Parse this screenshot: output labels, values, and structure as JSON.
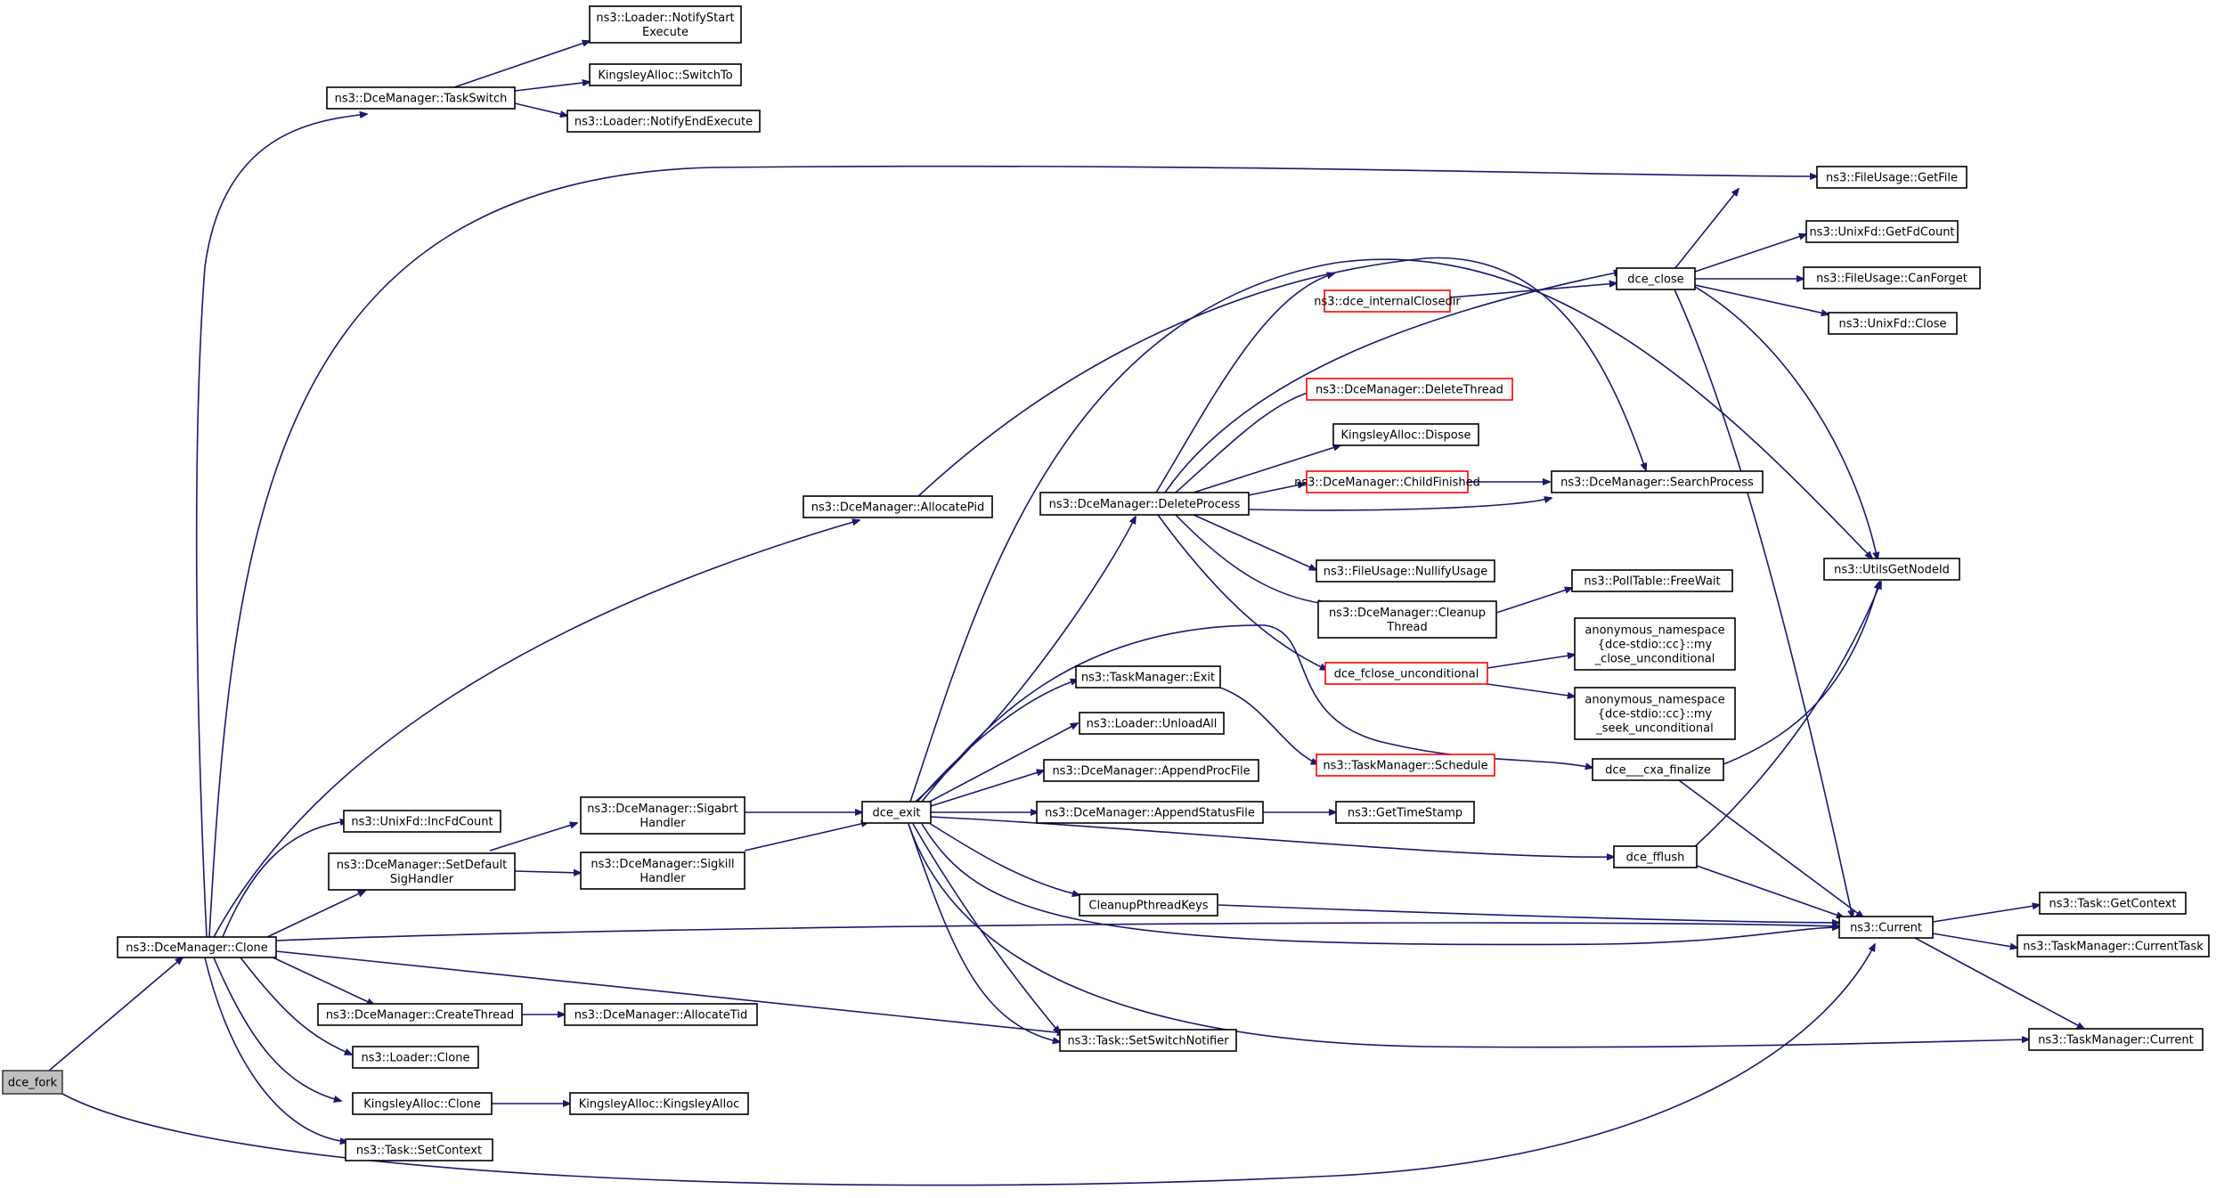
{
  "colors": {
    "edge": "#191970",
    "node_border": "#000000",
    "truncated_border": "#ff0000",
    "root_fill": "#bfbfbf",
    "background": "#ffffff"
  },
  "nodes": [
    {
      "id": "dce_fork",
      "lines": [
        "dce_fork"
      ],
      "root": true
    },
    {
      "id": "Clone",
      "lines": [
        "ns3::DceManager::Clone"
      ]
    },
    {
      "id": "TaskSwitch",
      "lines": [
        "ns3::DceManager::TaskSwitch"
      ]
    },
    {
      "id": "NotifyStart",
      "lines": [
        "ns3::Loader::NotifyStart",
        "Execute"
      ]
    },
    {
      "id": "SwitchTo",
      "lines": [
        "KingsleyAlloc::SwitchTo"
      ]
    },
    {
      "id": "NotifyEnd",
      "lines": [
        "ns3::Loader::NotifyEndExecute"
      ]
    },
    {
      "id": "AllocatePid",
      "lines": [
        "ns3::DceManager::AllocatePid"
      ]
    },
    {
      "id": "IncFdCount",
      "lines": [
        "ns3::UnixFd::IncFdCount"
      ]
    },
    {
      "id": "SetDefaultSig",
      "lines": [
        "ns3::DceManager::SetDefault",
        "SigHandler"
      ]
    },
    {
      "id": "SigabrtH",
      "lines": [
        "ns3::DceManager::Sigabrt",
        "Handler"
      ]
    },
    {
      "id": "SigkillH",
      "lines": [
        "ns3::DceManager::Sigkill",
        "Handler"
      ]
    },
    {
      "id": "CreateThread",
      "lines": [
        "ns3::DceManager::CreateThread"
      ]
    },
    {
      "id": "AllocateTid",
      "lines": [
        "ns3::DceManager::AllocateTid"
      ]
    },
    {
      "id": "LoaderClone",
      "lines": [
        "ns3::Loader::Clone"
      ]
    },
    {
      "id": "KAClone",
      "lines": [
        "KingsleyAlloc::Clone"
      ]
    },
    {
      "id": "KAlloc",
      "lines": [
        "KingsleyAlloc::KingsleyAlloc"
      ]
    },
    {
      "id": "SetContext",
      "lines": [
        "ns3::Task::SetContext"
      ]
    },
    {
      "id": "dce_exit",
      "lines": [
        "dce_exit"
      ]
    },
    {
      "id": "DeleteProcess",
      "lines": [
        "ns3::DceManager::DeleteProcess"
      ]
    },
    {
      "id": "TMExit",
      "lines": [
        "ns3::TaskManager::Exit"
      ]
    },
    {
      "id": "UnloadAll",
      "lines": [
        "ns3::Loader::UnloadAll"
      ]
    },
    {
      "id": "AppendProc",
      "lines": [
        "ns3::DceManager::AppendProcFile"
      ]
    },
    {
      "id": "AppendStatus",
      "lines": [
        "ns3::DceManager::AppendStatusFile"
      ]
    },
    {
      "id": "CleanupPK",
      "lines": [
        "CleanupPthreadKeys"
      ]
    },
    {
      "id": "SetSwitch",
      "lines": [
        "ns3::Task::SetSwitchNotifier"
      ]
    },
    {
      "id": "InternalClosedir",
      "lines": [
        "ns3::dce_internalClosedir"
      ],
      "trunc": true
    },
    {
      "id": "DeleteThread",
      "lines": [
        "ns3::DceManager::DeleteThread"
      ],
      "trunc": true
    },
    {
      "id": "KADispose",
      "lines": [
        "KingsleyAlloc::Dispose"
      ]
    },
    {
      "id": "ChildFinished",
      "lines": [
        "ns3::DceManager::ChildFinished"
      ],
      "trunc": true
    },
    {
      "id": "SearchProcess",
      "lines": [
        "ns3::DceManager::SearchProcess"
      ]
    },
    {
      "id": "NullifyUsage",
      "lines": [
        "ns3::FileUsage::NullifyUsage"
      ]
    },
    {
      "id": "CleanupThread",
      "lines": [
        "ns3::DceManager::Cleanup",
        "Thread"
      ]
    },
    {
      "id": "FreeWait",
      "lines": [
        "ns3::PollTable::FreeWait"
      ]
    },
    {
      "id": "FcloseUnc",
      "lines": [
        "dce_fclose_unconditional"
      ],
      "trunc": true
    },
    {
      "id": "MyClose",
      "lines": [
        "anonymous_namespace",
        "{dce-stdio::cc}::my",
        "_close_unconditional"
      ]
    },
    {
      "id": "MySeek",
      "lines": [
        "anonymous_namespace",
        "{dce-stdio::cc}::my",
        "_seek_unconditional"
      ]
    },
    {
      "id": "Schedule",
      "lines": [
        "ns3::TaskManager::Schedule"
      ],
      "trunc": true
    },
    {
      "id": "CxaFinalize",
      "lines": [
        "dce___cxa_finalize"
      ]
    },
    {
      "id": "GetTimeStamp",
      "lines": [
        "ns3::GetTimeStamp"
      ]
    },
    {
      "id": "Fflush",
      "lines": [
        "dce_fflush"
      ]
    },
    {
      "id": "DceClose",
      "lines": [
        "dce_close"
      ]
    },
    {
      "id": "GetFile",
      "lines": [
        "ns3::FileUsage::GetFile"
      ]
    },
    {
      "id": "GetFdCount",
      "lines": [
        "ns3::UnixFd::GetFdCount"
      ]
    },
    {
      "id": "CanForget",
      "lines": [
        "ns3::FileUsage::CanForget"
      ]
    },
    {
      "id": "UnixFdClose",
      "lines": [
        "ns3::UnixFd::Close"
      ]
    },
    {
      "id": "UtilsGetNodeId",
      "lines": [
        "ns3::UtilsGetNodeId"
      ]
    },
    {
      "id": "Current",
      "lines": [
        "ns3::Current"
      ]
    },
    {
      "id": "GetContext",
      "lines": [
        "ns3::Task::GetContext"
      ]
    },
    {
      "id": "CurrentTask",
      "lines": [
        "ns3::TaskManager::CurrentTask"
      ]
    },
    {
      "id": "TMCurrent",
      "lines": [
        "ns3::TaskManager::Current"
      ]
    }
  ]
}
